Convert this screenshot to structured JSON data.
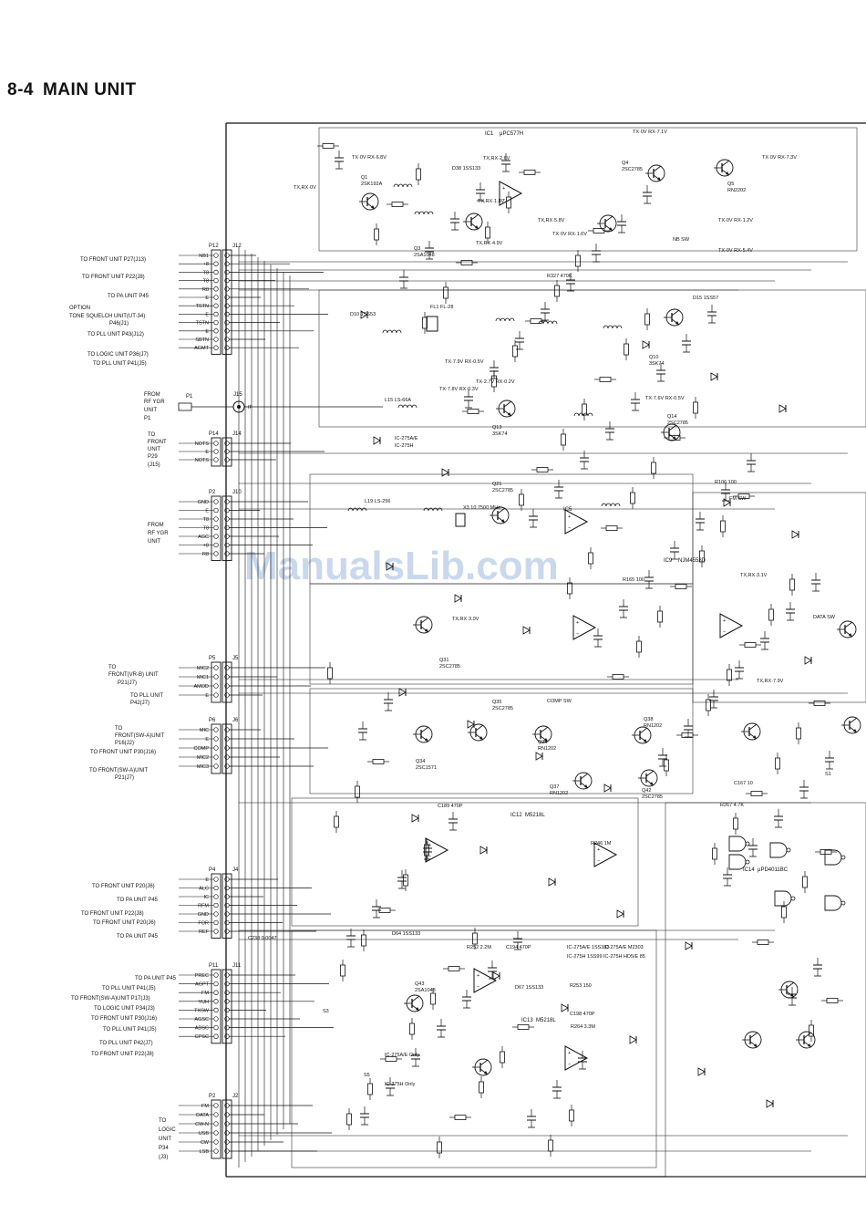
{
  "page": {
    "section_number": "8-4",
    "section_title": "MAIN UNIT",
    "watermark": "ManualsLib.com"
  },
  "connector_groups": [
    {
      "plug": "P12",
      "jack": "J12",
      "pins": [
        "NB1",
        "+8",
        "T8",
        "T8",
        "R8",
        "E",
        "TSTN",
        "E",
        "TSTN",
        "E",
        "SBTN",
        "AGMT"
      ],
      "labels": [
        "TO FRONT UNIT P27(J13)",
        "TO FRONT UNIT P22(J8)",
        "TO PA UNIT P45",
        "OPTION",
        "TONE SQUELCH UNIT(UT-34)",
        "P46(J1)",
        "TO PLL UNIT P43(J12)",
        "TO LOGIC UNIT P36(J7)",
        "TO PLL UNIT P41(J5)"
      ]
    },
    {
      "plug": "P1",
      "jack": "J15",
      "pins": [
        "IF"
      ],
      "labels": [
        "FROM",
        "RF YGR",
        "UNIT",
        "P1"
      ]
    },
    {
      "plug": "P14",
      "jack": "J14",
      "pins": [
        "NOTS",
        "E",
        "NOTS"
      ],
      "labels": [
        "TO",
        "FRONT",
        "UNIT",
        "P29",
        "(J15)"
      ]
    },
    {
      "plug": "P2",
      "jack": "J10",
      "pins": [
        "GND",
        "E",
        "T8",
        "T8",
        "AGC",
        "+8",
        "R8"
      ],
      "labels": [
        "FROM",
        "RF YGR",
        "UNIT"
      ]
    },
    {
      "plug": "P5",
      "jack": "J5",
      "pins": [
        "MIC2",
        "MIC1",
        "AMOD",
        "E"
      ],
      "labels": [
        "TO",
        "FRONT(VR-B) UNIT",
        "P21(J7)",
        "TO PLL UNIT",
        "P42(J7)"
      ]
    },
    {
      "plug": "P6",
      "jack": "J6",
      "pins": [
        "MIC",
        "E",
        "COMP",
        "MIC2",
        "MIC3"
      ],
      "labels": [
        "TO",
        "FRONT(SW-A)UNIT",
        "P16(J2)",
        "TO FRONT UNIT P30(J16)",
        "TO FRONT(SW-A)UNIT",
        "P21(J7)"
      ]
    },
    {
      "plug": "P4",
      "jack": "J4",
      "pins": [
        "E",
        "ALC",
        "IC",
        "RFM",
        "GND",
        "FOR",
        "REF"
      ],
      "labels": [
        "TO FRONT UNIT P20(J6)",
        "TO PA UNIT P45",
        "TO FRONT UNIT P22(J8)",
        "TO FRONT UNIT P20(J6)",
        "TO PA UNIT P45"
      ]
    },
    {
      "plug": "P11",
      "jack": "J11",
      "pins": [
        "PREC",
        "AGPT",
        "FM",
        "YUH",
        "TXSW",
        "AGSC",
        "ADSC",
        "CPSC"
      ],
      "labels": [
        "TO PA UNIT P45",
        "TO PLL UNIT P41(J5)",
        "TO FRONT(SW-A)UNIT P17(J3)",
        "TO LOGIC UNIT P34(J3)",
        "TO FRONT UNIT P30(J16)",
        "TO PLL UNIT P41(J5)",
        "TO PLL UNIT P42(J7)",
        "TO FRONT UNIT P22(J8)"
      ]
    },
    {
      "plug": "P2",
      "jack": "J2",
      "pins": [
        "FM",
        "DATA",
        "CW-N",
        "USB",
        "CW",
        "LSB"
      ],
      "labels": [
        "TO",
        "LOGIC",
        "UNIT",
        "P34",
        "(J3)"
      ]
    }
  ],
  "ics": [
    {
      "ref": "IC1",
      "part": "μPC577H"
    },
    {
      "ref": "IC5",
      "part": ""
    },
    {
      "ref": "IC9",
      "part": "NJM4558D"
    },
    {
      "ref": "IC12",
      "part": "M5218L"
    },
    {
      "ref": "IC13",
      "part": "M5218L"
    },
    {
      "ref": "IC14",
      "part": "μPD4011BC"
    }
  ],
  "transistors": [
    {
      "ref": "Q1",
      "part": "2SK192A"
    },
    {
      "ref": "Q3",
      "part": "2SA1048"
    },
    {
      "ref": "Q4",
      "part": "2SC2785"
    },
    {
      "ref": "Q5",
      "part": "RN2202"
    },
    {
      "ref": "Q10",
      "part": "3SK74"
    },
    {
      "ref": "Q13",
      "part": "3SK74"
    },
    {
      "ref": "Q14",
      "part": "2SC2785"
    },
    {
      "ref": "Q21",
      "part": "2SC2785"
    },
    {
      "ref": "Q31",
      "part": "2SC2785"
    },
    {
      "ref": "Q34",
      "part": "2SC1571"
    },
    {
      "ref": "Q35",
      "part": "2SC2785"
    },
    {
      "ref": "Q36",
      "part": "RN1202"
    },
    {
      "ref": "Q37",
      "part": "RN1202"
    },
    {
      "ref": "Q38",
      "part": "RN1202"
    },
    {
      "ref": "Q42",
      "part": "2SC2785"
    },
    {
      "ref": "Q43",
      "part": "2SA1048"
    }
  ],
  "annotations": [
    "TX,RX·0V",
    "TX·0V RX·6.8V",
    "TX,RX·2.6V",
    "TX,RX·1.8V",
    "TX,RX·4.9V",
    "TX,RX·5.8V",
    "TX·0V RX·1.6V",
    "TX·0V RX·7.1V",
    "TX·0V RX·7.3V",
    "TX·0V RX·1.2V",
    "TX·0V RX·5.4V",
    "NB SW",
    "FM SW",
    "COMP SW",
    "DATA SW",
    "TX,RX·3.1V",
    "TX,RX·7.9V",
    "TX,RX·3.0V",
    "TX·2.7V RX·0.2V",
    "TX·7.8V RX·0.3V",
    "TX·7.9V RX·0.5V",
    "TX·7.6V RX·0.5V"
  ],
  "part_labels": [
    "D38 1SS133",
    "D10 1SS53",
    "D15 1SS57",
    "FL1 FL-28",
    "X3 10.7500 MHz",
    "L19 LS-256",
    "L15 LS-66A",
    "D64 1SS133",
    "D67 1SS133",
    "R253 150",
    "R327 470K",
    "R106 100",
    "R165 100",
    "R267 4.7K",
    "C167 10",
    "C238 0.0047",
    "C189 470P",
    "C194 470P",
    "C198 470P",
    "R246 1M",
    "R252 2.2M",
    "R264 3.3M",
    "S1",
    "S3",
    "S5"
  ],
  "notes": [
    "IC-275A/E",
    "IC-275H",
    "IC-275A/E Only",
    "IC-275H Only",
    "IC-275A/E 1SS133",
    "IC-275H 1SS99",
    "IC-275A/E M2303",
    "IC-275H HD5/E 85"
  ]
}
